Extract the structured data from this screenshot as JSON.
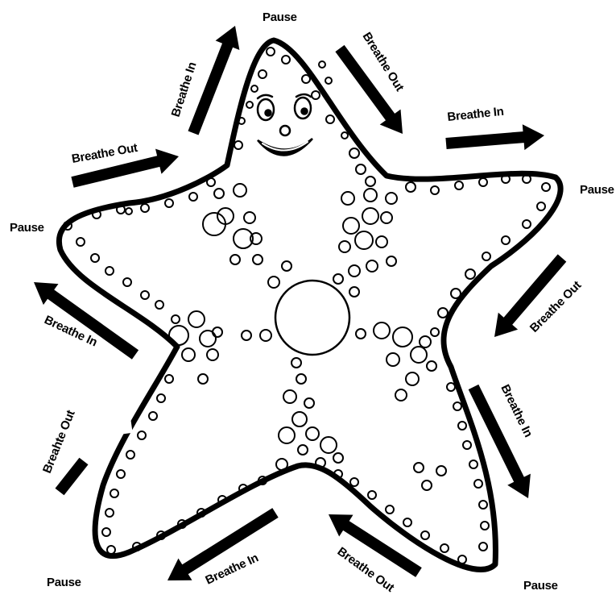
{
  "labels": {
    "pause_top": "Pause",
    "pause_right": "Pause",
    "pause_left": "Pause",
    "pause_bottom_left": "Pause",
    "pause_bottom_right": "Pause",
    "breathe_in_1": "Breathe In",
    "breathe_out_1": "Breathe Out",
    "breathe_in_2": "Breathe In",
    "breathe_out_2": "Breathe Out",
    "breathe_in_3": "Breathe In",
    "breathe_out_3": "Breathe Out",
    "breathe_in_4": "Breathe In",
    "breathe_out_4": "Breahte Out",
    "breathe_in_5": "Breathe In",
    "breathe_out_5": "Breathe Out"
  },
  "colors": {
    "ink": "#000000",
    "paper": "#ffffff"
  },
  "icons": {
    "character": "starfish-icon",
    "arrow": "arrow-icon"
  }
}
